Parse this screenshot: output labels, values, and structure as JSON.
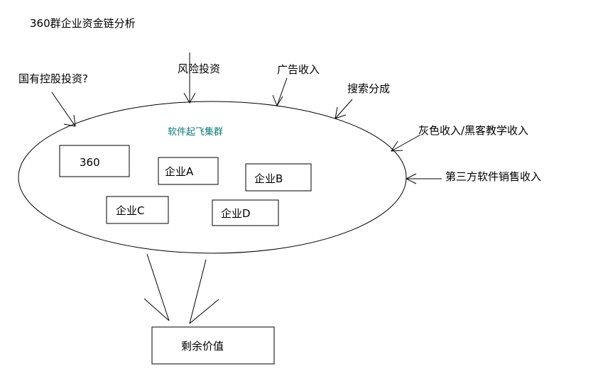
{
  "title": "360群企业资金链分析",
  "cluster": {
    "label": "软件起飞集群",
    "members": [
      "360",
      "企业A",
      "企业B",
      "企业C",
      "企业D"
    ]
  },
  "inflows": [
    "国有控股投资?",
    "风险投资",
    "广告收入",
    "搜索分成",
    "灰色收入/黑客教学收入",
    "第三方软件销售收入"
  ],
  "output": "剩余价值"
}
